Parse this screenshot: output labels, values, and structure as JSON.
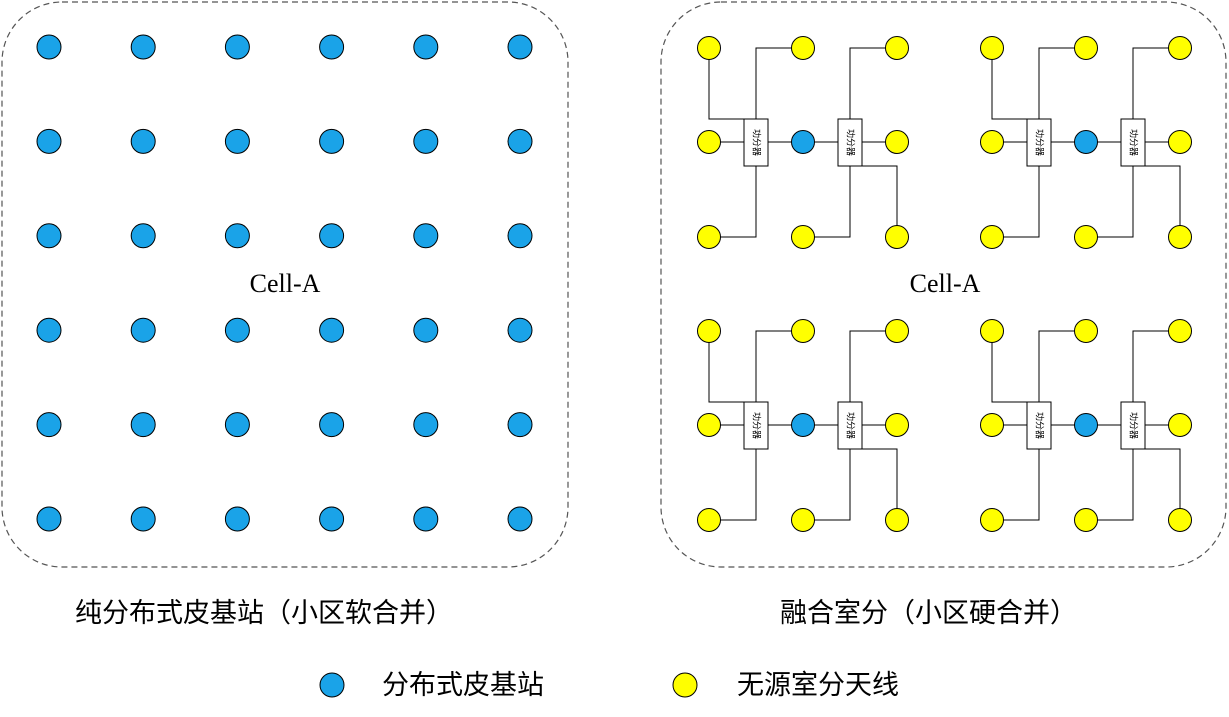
{
  "left_panel": {
    "cell_label": "Cell-A",
    "caption": "纯分布式皮基站（小区软合并）",
    "grid_rows": 6,
    "grid_cols": 6
  },
  "right_panel": {
    "cell_label": "Cell-A",
    "caption": "融合室分（小区硬合并）",
    "splitter_label": "功分器",
    "groups": 4
  },
  "legend": {
    "items": [
      {
        "label": "分布式皮基站",
        "color": "#1aa3e8"
      },
      {
        "label": "无源室分天线",
        "color": "#ffff00"
      }
    ]
  },
  "colors": {
    "pico": "#1aa3e8",
    "antenna": "#ffff00",
    "outline": "#000000",
    "dashed_border": "#555555"
  }
}
